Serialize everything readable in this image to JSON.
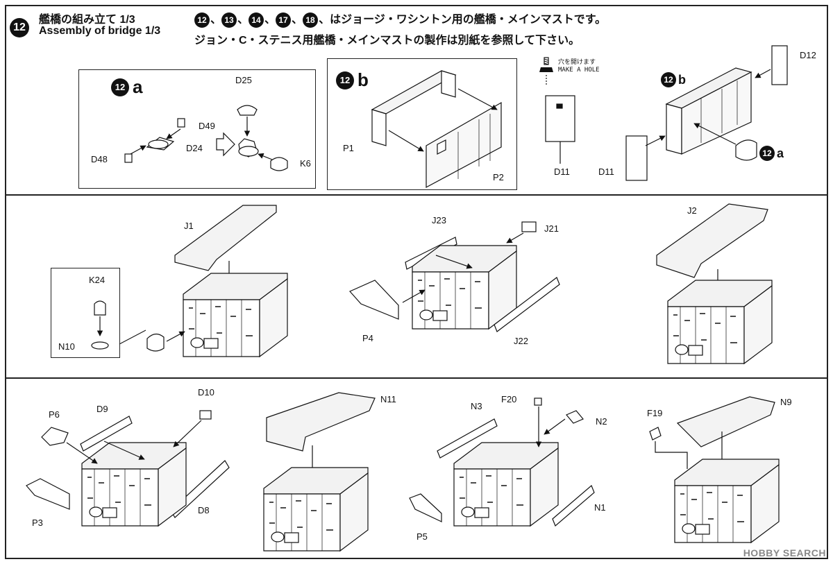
{
  "step": {
    "number": "12",
    "title_jp": "艦橋の組み立て 1/3",
    "title_en": "Assembly of bridge 1/3"
  },
  "notes": {
    "badges": [
      "12",
      "13",
      "14",
      "17",
      "18"
    ],
    "line1_tail": "、はジョージ・ワシントン用の艦橋・メインマストです。",
    "line2": "ジョン・C・ステニス用艦橋・メインマストの製作は別紙を参照して下さい。"
  },
  "sub_a": {
    "num": "12",
    "letter": "a"
  },
  "sub_b": {
    "num": "12",
    "letter": "b"
  },
  "hole": {
    "jp": "穴を開けます",
    "en": "MAKE A HOLE"
  },
  "parts": {
    "d25": "D25",
    "d49": "D49",
    "d48": "D48",
    "d24": "D24",
    "k6": "K6",
    "p1": "P1",
    "p2": "P2",
    "d11": "D11",
    "d11b": "D11",
    "d12": "D12",
    "j1": "J1",
    "k24": "K24",
    "n10": "N10",
    "j23": "J23",
    "j21": "J21",
    "p4": "P4",
    "j22": "J22",
    "j2": "J2",
    "p6": "P6",
    "d9": "D9",
    "d10": "D10",
    "p3": "P3",
    "d8": "D8",
    "n11": "N11",
    "n3": "N3",
    "f20": "F20",
    "n2": "N2",
    "p5": "P5",
    "n1": "N1",
    "f19": "F19",
    "n9": "N9"
  },
  "watermark": "HOBBY SEARCH",
  "colors": {
    "ink": "#111111",
    "paper": "#ffffff",
    "watermark": "#888888"
  }
}
